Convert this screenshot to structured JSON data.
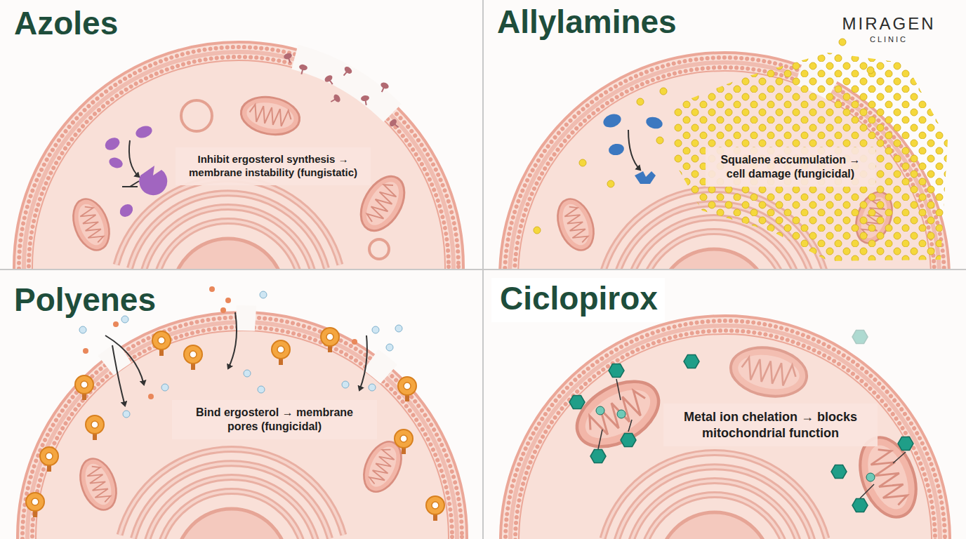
{
  "diagram": {
    "nodes": [
      {
        "text": [
          "Azoles"
        ]
      },
      {
        "text": [
          "Inhibit ergosterol synthesis → membrane instability (fungistatic)"
        ],
        "in": 0
      },
      {
        "text": [
          "Allylamines"
        ]
      },
      {
        "text": [
          "Squalene accumulation → cell damage (fungicidal)"
        ],
        "in": 2
      },
      {
        "text": [
          "Polyenes"
        ]
      },
      {
        "text": [
          "Bind ergosterol → membrane pores (fungicidal)"
        ],
        "in": 4
      },
      {
        "text": [
          "Ciclopirox"
        ]
      },
      {
        "text": [
          "Metal ion chelation → blocks mitochondrial function"
        ],
        "in": 6
      }
    ],
    "labels": [
      "MIRAGEN",
      "CLINIC"
    ]
  }
}
